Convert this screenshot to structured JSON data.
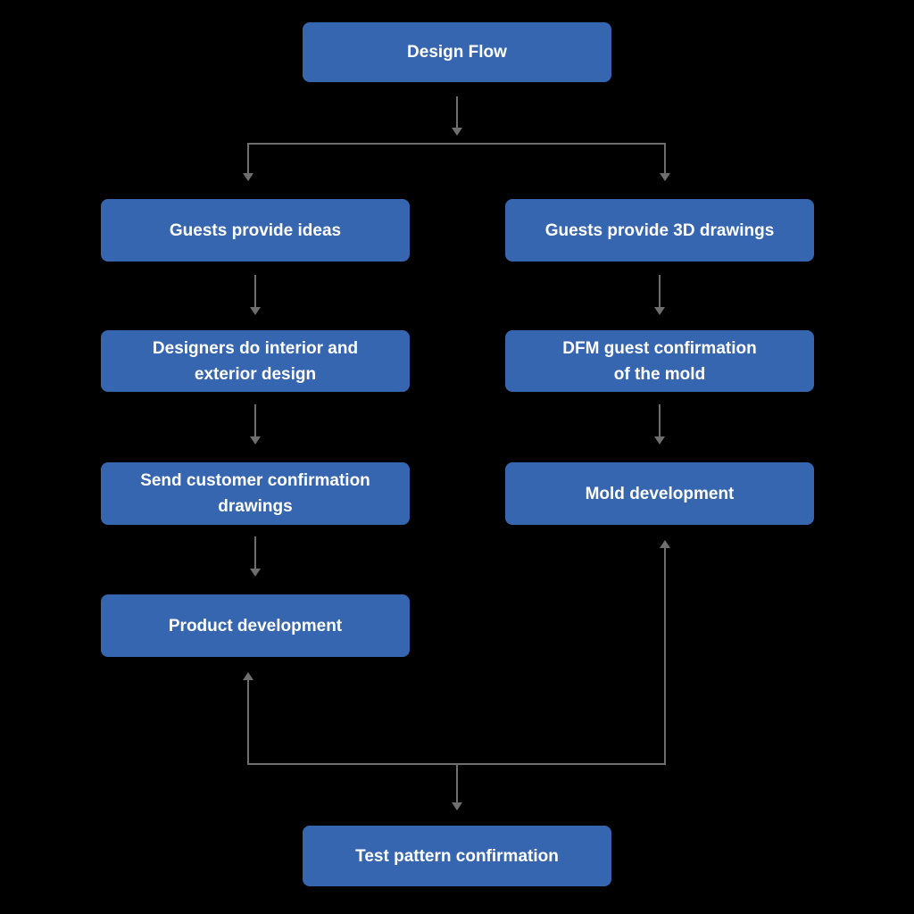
{
  "diagram": {
    "type": "flowchart",
    "title": "Design Flow",
    "colors": {
      "node_fill": "#3766b1",
      "node_text": "#ffffff",
      "connector": "#6e6e6e",
      "background": "#000000"
    },
    "nodes": [
      {
        "id": "design-flow",
        "label": "Design Flow"
      },
      {
        "id": "guests-provide-ideas",
        "label": "Guests provide ideas"
      },
      {
        "id": "guests-provide-3d-drawings",
        "label": "Guests provide 3D drawings"
      },
      {
        "id": "designers-do-interior-and-exterior-design",
        "label": "Designers do interior and\nexterior design"
      },
      {
        "id": "dfm-guest-confirmation-of-the-mold",
        "label": "DFM guest confirmation\nof the mold"
      },
      {
        "id": "send-customer-confirmation-drawings",
        "label": "Send customer confirmation\ndrawings"
      },
      {
        "id": "mold-development",
        "label": "Mold development"
      },
      {
        "id": "product-development",
        "label": "Product development"
      },
      {
        "id": "test-pattern-confirmation",
        "label": "Test pattern confirmation"
      }
    ],
    "edges": [
      {
        "from": "design-flow",
        "to": "guests-provide-ideas"
      },
      {
        "from": "design-flow",
        "to": "guests-provide-3d-drawings"
      },
      {
        "from": "guests-provide-ideas",
        "to": "designers-do-interior-and-exterior-design"
      },
      {
        "from": "guests-provide-3d-drawings",
        "to": "dfm-guest-confirmation-of-the-mold"
      },
      {
        "from": "designers-do-interior-and-exterior-design",
        "to": "send-customer-confirmation-drawings"
      },
      {
        "from": "dfm-guest-confirmation-of-the-mold",
        "to": "mold-development"
      },
      {
        "from": "send-customer-confirmation-drawings",
        "to": "product-development"
      }
    ],
    "bottom_connector": {
      "arrowheads_toward": [
        "product-development",
        "mold-development",
        "test-pattern-confirmation"
      ]
    }
  }
}
